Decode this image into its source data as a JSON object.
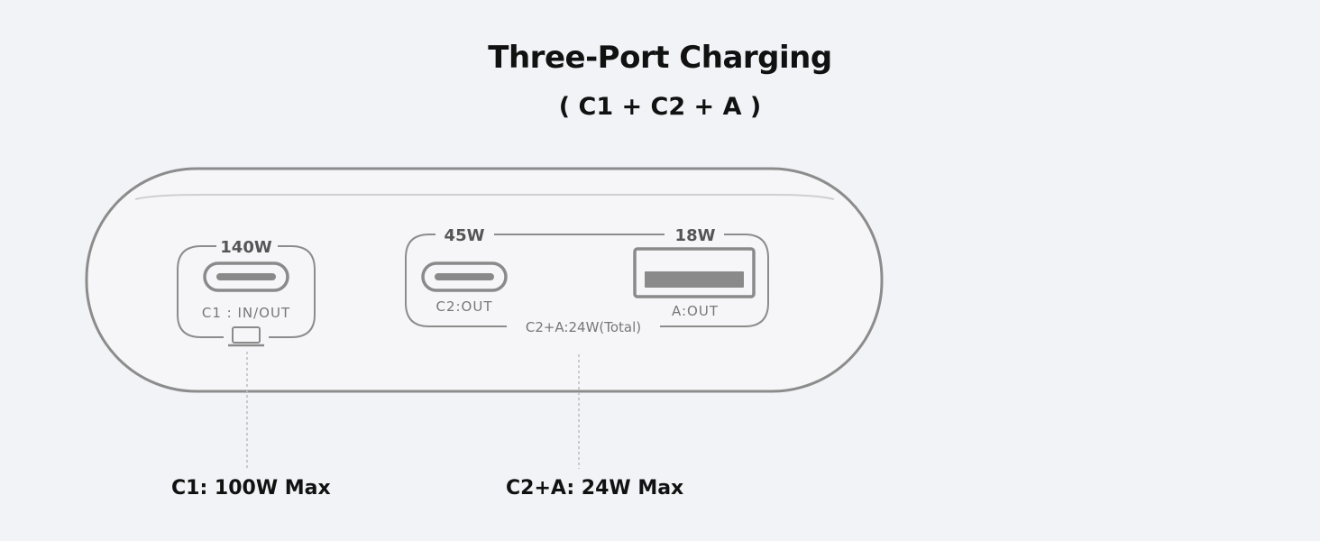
{
  "header": {
    "title": "Three-Port Charging",
    "subtitle": "( C1 + C2 + A )"
  },
  "ports": {
    "c1": {
      "power": "140W",
      "label": "C1 : IN/OUT"
    },
    "c2": {
      "power": "45W",
      "label": "C2:OUT"
    },
    "a": {
      "power": "18W",
      "label": "A:OUT"
    },
    "c2a_total": "C2+A:24W(Total)"
  },
  "callouts": {
    "c1_max": "C1: 100W Max",
    "c2a_max": "C2+A: 24W Max"
  },
  "colors": {
    "background": "#f2f3f7",
    "outline": "#8c8c8c",
    "port_fill": "#8a8a8a"
  }
}
